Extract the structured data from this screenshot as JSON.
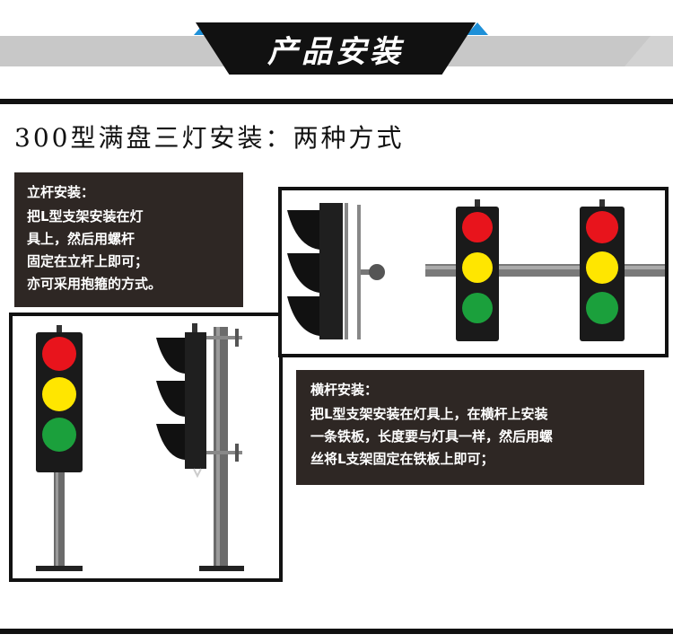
{
  "banner": {
    "title": "产品安装"
  },
  "headline": "300型满盘三灯安装：两种方式",
  "pole_install": {
    "title": "立杆安装：",
    "lines": [
      "把L型支架安装在灯",
      "具上，然后用螺杆",
      "固定在立杆上即可；",
      "亦可采用抱箍的方式。"
    ]
  },
  "arm_install": {
    "title": "横杆安装：",
    "lines": [
      "把L型支架安装在灯具上，在横杆上安装",
      "一条铁板，长度要与灯具一样，然后用螺",
      "丝将L支架固定在铁板上即可；"
    ]
  },
  "colors": {
    "red": "#e8141c",
    "yellow": "#ffe600",
    "green": "#1ba03c",
    "panel": "#2e2724"
  }
}
